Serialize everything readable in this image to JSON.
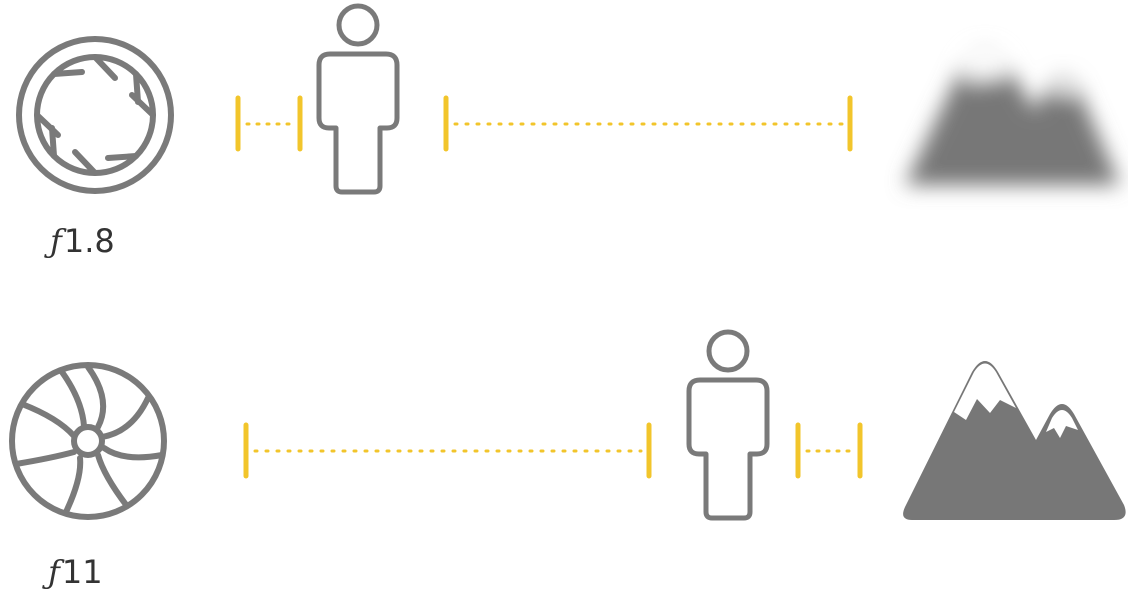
{
  "rows": [
    {
      "aperture_prefix": "ƒ",
      "aperture_value": "1.8",
      "focus": "near"
    },
    {
      "aperture_prefix": "ƒ",
      "aperture_value": "11",
      "focus": "far"
    }
  ],
  "colors": {
    "icon_gray": "#7a7a7a",
    "bracket_yellow": "#f2c52b",
    "text": "#333333"
  },
  "icons": [
    "aperture-open-icon",
    "person-icon",
    "mountain-blurred-icon",
    "aperture-closed-icon",
    "mountain-sharp-icon"
  ]
}
